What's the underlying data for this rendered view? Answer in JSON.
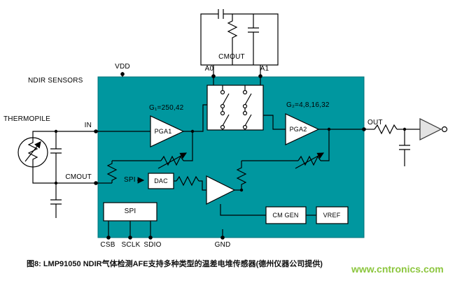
{
  "figure": {
    "caption": "图8: LMP91050 NDIR气体检测AFE支持多种类型的温差电堆传感器(德州仪器公司提供)",
    "watermark": "www.cntronics.com"
  },
  "labels": {
    "ndir_sensors": "NDIR SENSORS",
    "thermopile": "THERMOPILE",
    "vdd": "VDD",
    "a0": "A0",
    "a1": "A1",
    "cmout_top": "CMOUT",
    "in": "IN",
    "cmout_left": "CMOUT",
    "out": "OUT",
    "gnd": "GND",
    "csb": "CSB",
    "sclk": "SCLK",
    "sdio": "SDIO",
    "pga1_gain": "G₁=250,42",
    "pga2_gain": "G₂=4,8,16,32",
    "pga1": "PGA1",
    "pga2": "PGA2",
    "dac": "DAC",
    "spi_dac_arrow": "SPI",
    "spi_block": "SPI",
    "cm_gen": "CM GEN",
    "vref": "VREF"
  },
  "colors": {
    "chip_teal": "#00979F",
    "chip_edge": "#007078",
    "wire": "#000000",
    "watermark_green": "#8CC63E",
    "background": "#FFFFFF"
  }
}
